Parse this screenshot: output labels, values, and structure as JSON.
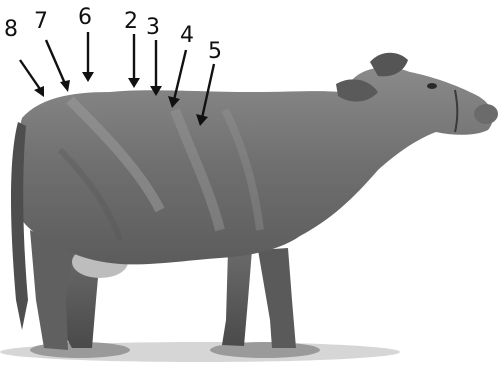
{
  "labels": [
    {
      "id": "label-8",
      "text": "8"
    },
    {
      "id": "label-7",
      "text": "7"
    },
    {
      "id": "label-6",
      "text": "6"
    },
    {
      "id": "label-2",
      "text": "2"
    },
    {
      "id": "label-3",
      "text": "3"
    },
    {
      "id": "label-4",
      "text": "4"
    },
    {
      "id": "label-5",
      "text": "5"
    }
  ],
  "colors": {
    "background": "#ffffff",
    "cow_body": "#7b7b7b",
    "arrow": "#111111"
  }
}
